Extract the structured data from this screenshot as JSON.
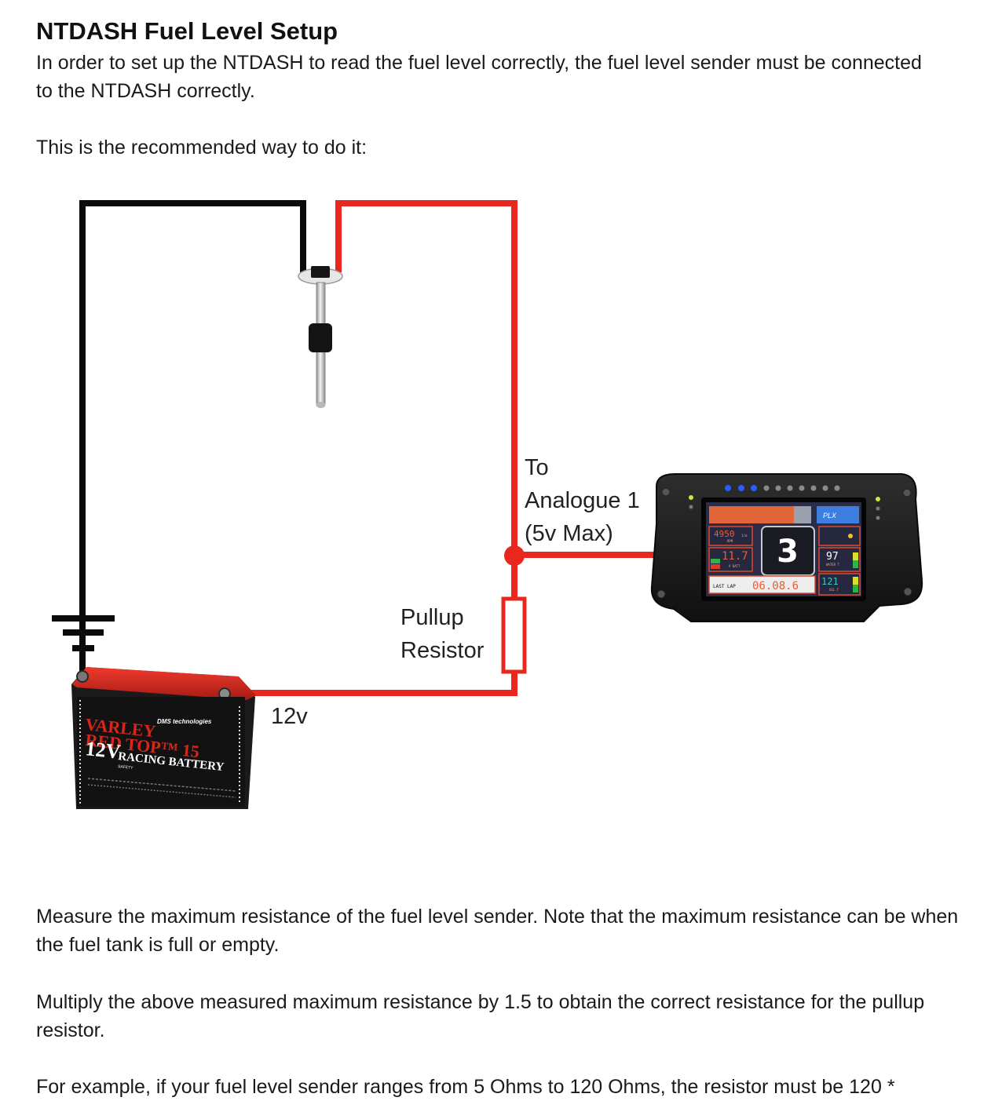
{
  "doc": {
    "title": "NTDASH Fuel Level Setup",
    "intro": "In order to set up the NTDASH to read the fuel level correctly, the fuel level sender must be connected to the NTDASH correctly.",
    "recommended": "This is the recommended way to do it:",
    "measure": "Measure the maximum resistance of the fuel level sender. Note that the maximum resistance can be when the fuel tank is full or empty.",
    "multiply": "Multiply the above measured maximum resistance by 1.5 to obtain the correct resistance for the pullup resistor.",
    "example": "For example, if your fuel level sender ranges from 5 Ohms to 120 Ohms, the resistor must be 120 *"
  },
  "diagram": {
    "to_label_1": "To",
    "to_label_2": "Analogue 1",
    "to_label_3": "(5v Max)",
    "pullup_label_1": "Pullup",
    "pullup_label_2": "Resistor",
    "voltage_label": "12v",
    "battery": {
      "brand": "DMS technologies",
      "line1": "VARLEY",
      "line2": "RED TOP™ 15",
      "line3": "12V",
      "line4": "RACING BATTERY",
      "safety": "SAFETY"
    },
    "dash": {
      "rpm_value": "4950",
      "rpm_unit": "1/m",
      "rpm_label": "RPM",
      "gear": "3",
      "vbatt_value": "11.7",
      "vbatt_label": "V BATT",
      "water_value": "97",
      "water_label": "WATER T",
      "oil_value": "121",
      "oil_label": "OIL T",
      "lastlap_label": "LAST LAP",
      "lastlap_value": "06.08.6",
      "logo_text": "PLX"
    }
  },
  "colors": {
    "wire_red": "#e8281f",
    "wire_black": "#0b0b0b",
    "battery_red": "#d8261c",
    "dash_screen": "#2b2d48",
    "digit_orange": "#f05a32"
  }
}
